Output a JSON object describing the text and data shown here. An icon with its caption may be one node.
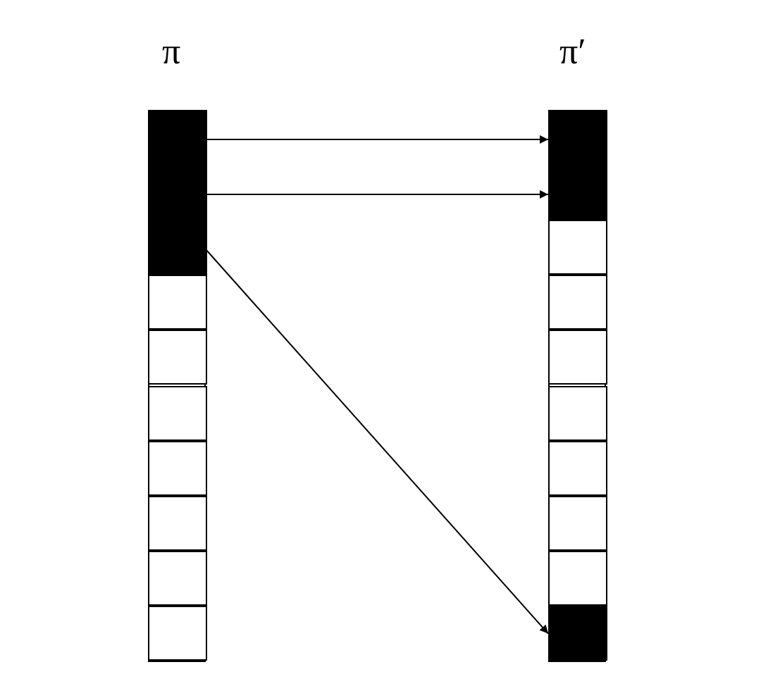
{
  "diagram": {
    "nodes": [
      {
        "text": [],
        "shape": "box"
      },
      {
        "text": [],
        "shape": "bar",
        "in": 0
      },
      {
        "text": [],
        "shape": "box",
        "in": 0
      },
      {
        "text": [],
        "shape": "box",
        "in": 0
      },
      {
        "text": [],
        "shape": "box",
        "in": 0
      },
      {
        "text": [],
        "shape": "box",
        "in": 0
      },
      {
        "text": [],
        "shape": "box",
        "in": 0
      },
      {
        "text": [],
        "shape": "box",
        "in": 0
      },
      {
        "text": [],
        "shape": "box",
        "in": 0
      },
      {
        "text": [],
        "shape": "box"
      },
      {
        "text": [],
        "shape": "bar",
        "in": 9
      },
      {
        "text": [],
        "shape": "box",
        "in": 9
      },
      {
        "text": [],
        "shape": "box",
        "in": 9
      },
      {
        "text": [],
        "shape": "box",
        "in": 9
      },
      {
        "text": [],
        "shape": "box",
        "in": 9
      },
      {
        "text": [],
        "shape": "box",
        "in": 9
      },
      {
        "text": [],
        "shape": "box",
        "in": 9
      },
      {
        "text": [],
        "shape": "box",
        "in": 9
      },
      {
        "text": [],
        "shape": "bar",
        "in": 9
      }
    ],
    "edges": [
      {
        "from": 1,
        "to": 10,
        "arrow": "to"
      },
      {
        "from": 1,
        "to": 10,
        "arrow": "to"
      },
      {
        "from": 1,
        "to": 18,
        "arrow": "to"
      }
    ],
    "labels": [
      "π",
      "π′"
    ]
  }
}
